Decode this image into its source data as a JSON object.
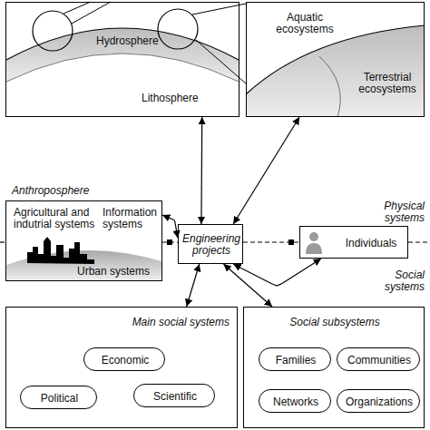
{
  "diagram": {
    "nodes": [
      {
        "text": [
          "Hydrosphere",
          "Lithosphere"
        ]
      },
      {
        "text": [
          "Aquatic ecosystems",
          "Terrestrial ecosystems"
        ]
      },
      {
        "text": [
          "Anthroposphere",
          "Agricultural and indutrial systems",
          "Information systems",
          "Urban systems"
        ]
      },
      {
        "text": [
          "Engineering projects"
        ]
      },
      {
        "text": [
          "Individuals"
        ]
      },
      {
        "text": [
          "Main social systems"
        ]
      },
      {
        "text": [
          "Economic"
        ],
        "in": 5
      },
      {
        "text": [
          "Political"
        ],
        "in": 5
      },
      {
        "text": [
          "Scientific"
        ],
        "in": 5
      },
      {
        "text": [
          "Social subsystems"
        ]
      },
      {
        "text": [
          "Families"
        ],
        "in": 9
      },
      {
        "text": [
          "Communities"
        ],
        "in": 9
      },
      {
        "text": [
          "Networks"
        ],
        "in": 9
      },
      {
        "text": [
          "Organizations"
        ],
        "in": 9
      }
    ],
    "edges": [
      {
        "from": 3,
        "to": 0,
        "arrow": "both"
      },
      {
        "from": 3,
        "to": 1,
        "arrow": "both"
      },
      {
        "from": 2,
        "to": 3,
        "arrow": "both"
      },
      {
        "from": 3,
        "to": 4,
        "arrow": "both"
      },
      {
        "from": 3,
        "to": 5,
        "arrow": "both"
      },
      {
        "from": 3,
        "to": 9,
        "arrow": "both"
      }
    ],
    "labels": [
      "Physical systems",
      "Social systems"
    ]
  }
}
